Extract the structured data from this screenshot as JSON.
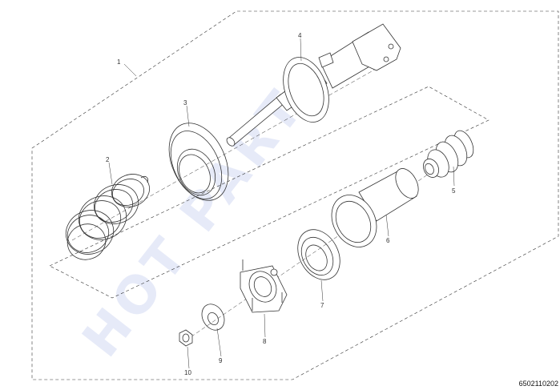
{
  "diagram": {
    "watermark": "HOT PARTS",
    "drawing_code": "6502110202",
    "callouts": [
      {
        "id": "1",
        "label": "1"
      },
      {
        "id": "2",
        "label": "2"
      },
      {
        "id": "3",
        "label": "3"
      },
      {
        "id": "4",
        "label": "4"
      },
      {
        "id": "5",
        "label": "5"
      },
      {
        "id": "6",
        "label": "6"
      },
      {
        "id": "7",
        "label": "7"
      },
      {
        "id": "8",
        "label": "8"
      },
      {
        "id": "9",
        "label": "9"
      },
      {
        "id": "10",
        "label": "10"
      }
    ],
    "colors": {
      "line": "#333333",
      "watermark": "#c7d0ef"
    }
  }
}
